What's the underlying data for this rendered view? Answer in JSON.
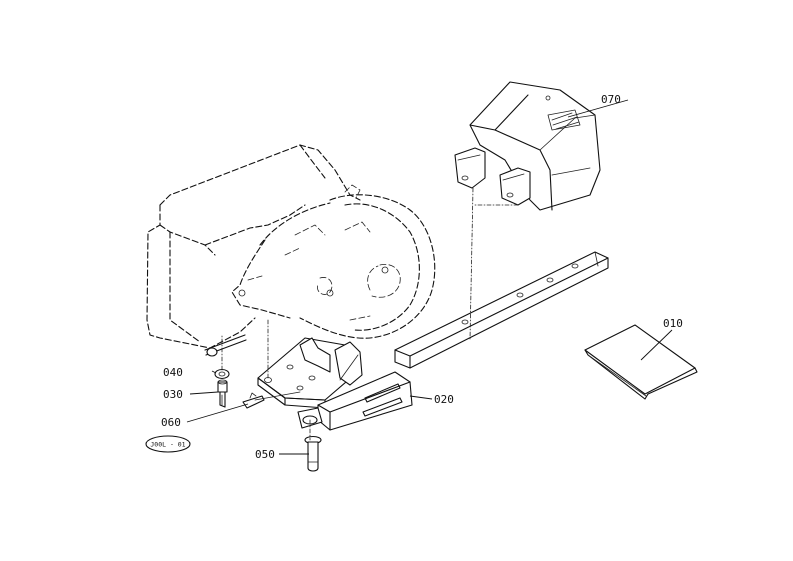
{
  "callouts": {
    "p010": "010",
    "p020": "020",
    "p030": "030",
    "p040": "040",
    "p050": "050",
    "p060": "060",
    "p070": "070"
  },
  "stamp": "J00L - 01"
}
